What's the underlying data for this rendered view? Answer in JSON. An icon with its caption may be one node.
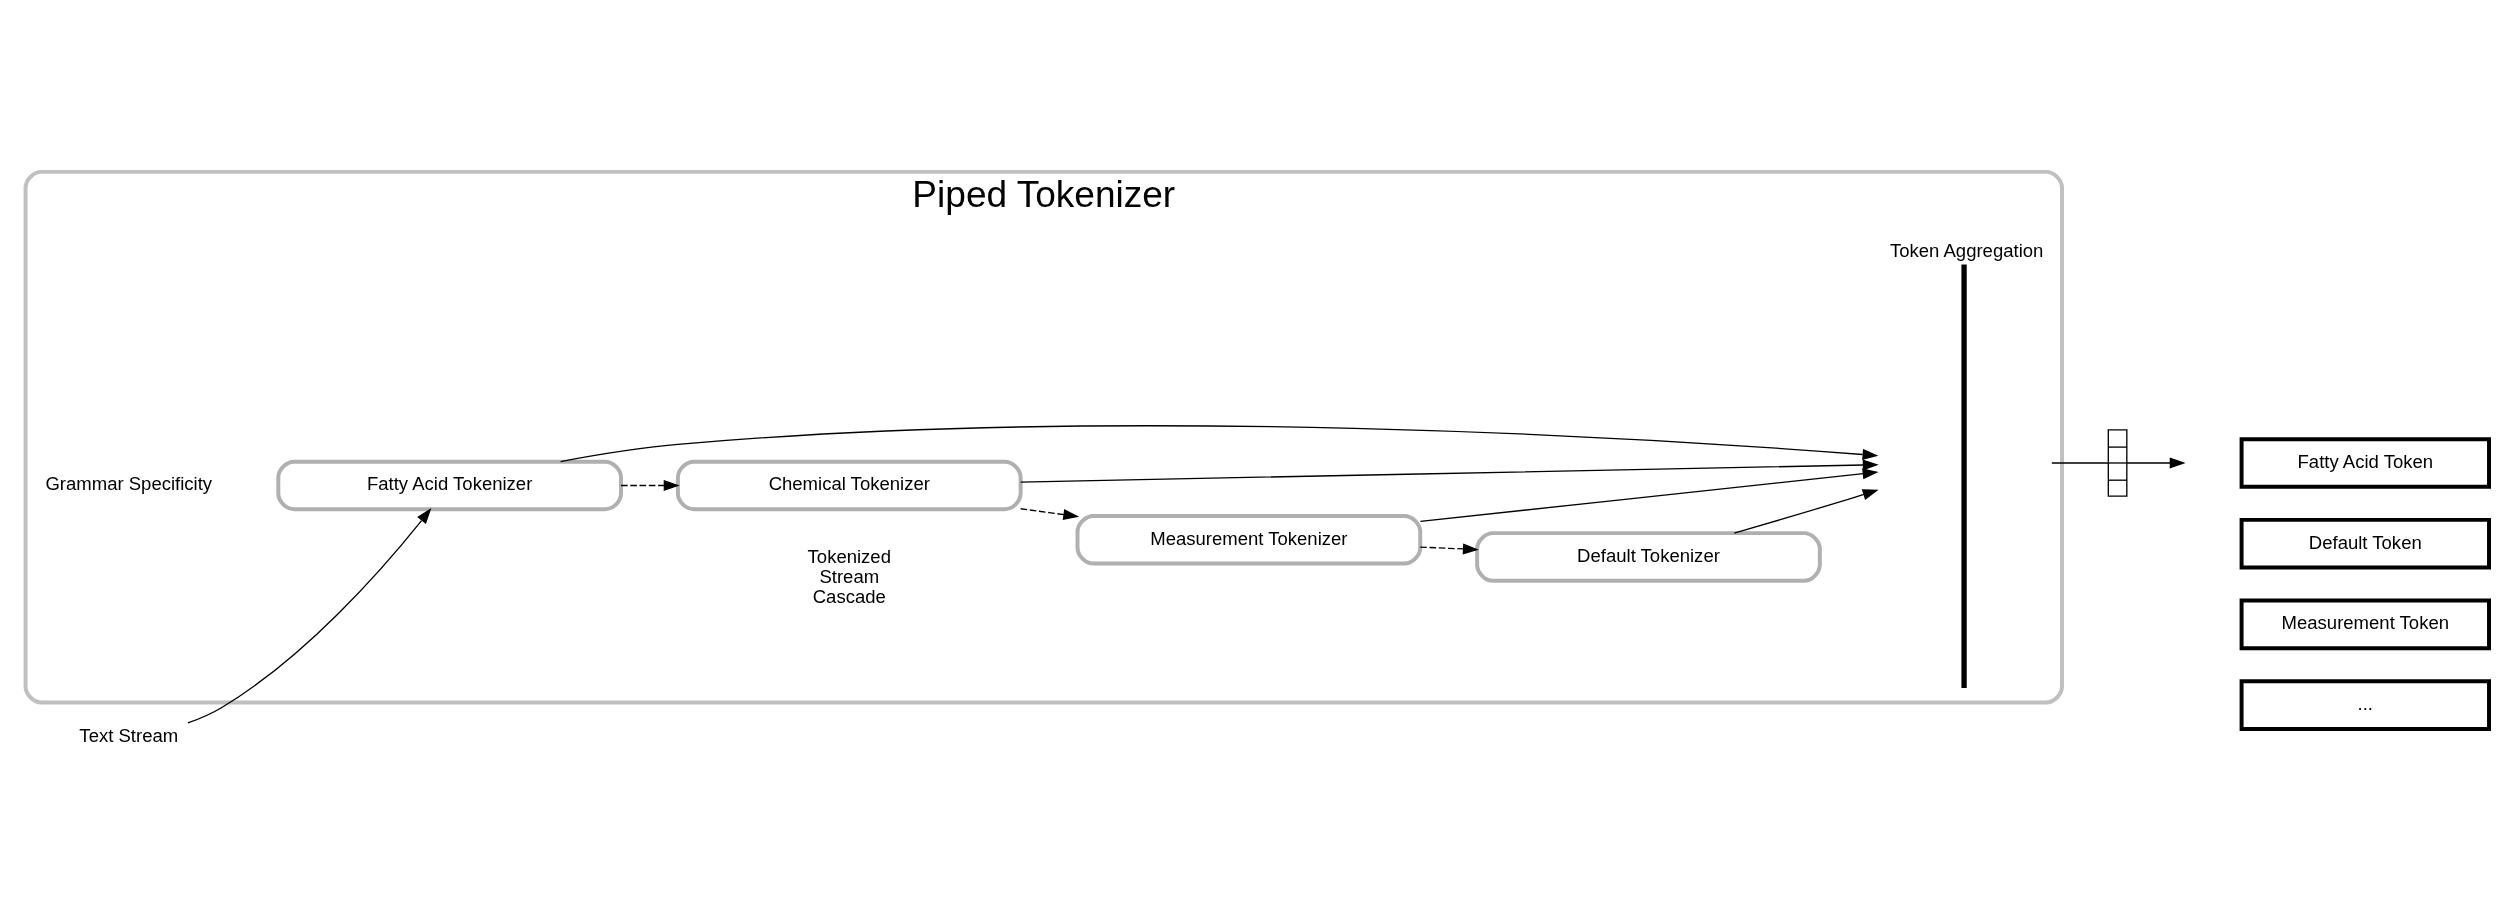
{
  "diagram": {
    "nodes": [
      {
        "text": [
          "Piped Tokenizer"
        ]
      },
      {
        "text": [
          "Text Stream"
        ]
      },
      {
        "text": [
          "Fatty Acid Tokenizer"
        ],
        "in": 0
      },
      {
        "text": [
          "Chemical Tokenizer"
        ],
        "in": 0
      },
      {
        "text": [
          "Measurement Tokenizer"
        ],
        "in": 0
      },
      {
        "text": [
          "Default Tokenizer"
        ],
        "in": 0
      },
      {
        "text": [
          "Token Aggregation"
        ],
        "in": 0
      },
      {
        "text": [],
        "shape": "box"
      },
      {
        "text": [
          "Fatty Acid Token"
        ]
      },
      {
        "text": [
          "Default Token"
        ]
      },
      {
        "text": [
          "Measurement Token"
        ]
      },
      {
        "text": [
          "..."
        ]
      }
    ],
    "edges": [
      {
        "from": 1,
        "to": 2,
        "arrow": "to"
      },
      {
        "from": 2,
        "to": 3,
        "arrow": "to",
        "style": "dashed"
      },
      {
        "from": 3,
        "to": 4,
        "arrow": "to",
        "style": "dashed"
      },
      {
        "from": 4,
        "to": 5,
        "arrow": "to",
        "style": "dashed"
      },
      {
        "from": 2,
        "to": 6,
        "arrow": "to"
      },
      {
        "from": 3,
        "to": 6,
        "arrow": "to"
      },
      {
        "from": 4,
        "to": 6,
        "arrow": "to"
      },
      {
        "from": 5,
        "to": 6,
        "arrow": "to"
      },
      {
        "from": 6,
        "to": 7,
        "arrow": "none"
      },
      {
        "from": 7,
        "to": null,
        "arrow": "to"
      }
    ],
    "labels": [
      "Grammar Specificity",
      "Tokenized Stream Cascade"
    ]
  }
}
